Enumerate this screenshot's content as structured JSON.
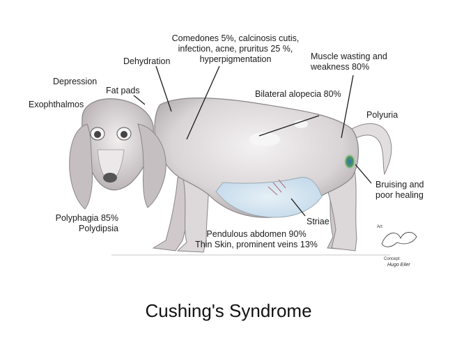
{
  "title": "Cushing's Syndrome",
  "labels": {
    "comedones_l1": "Comedones 5%, calcinosis cutis,",
    "comedones_l2": "infection, acne, pruritus 25 %,",
    "comedones_l3": "hyperpigmentation",
    "dehydration": "Dehydration",
    "depression": "Depression",
    "fat_pads": "Fat pads",
    "exophthalmos": "Exophthalmos",
    "muscle_l1": "Muscle wasting and",
    "muscle_l2": "weakness 80%",
    "bilateral_alopecia": "Bilateral alopecia 80%",
    "polyuria": "Polyuria",
    "bruising_l1": "Bruising and",
    "bruising_l2": "poor healing",
    "polyphagia": "Polyphagia 85%",
    "polydipsia": "Polydipsia",
    "striae": "Striae",
    "pendulous_abdomen": "Pendulous abdomen 90%",
    "thin_skin": "Thin Skin, prominent veins 13%"
  },
  "credits": {
    "art_label": "Art:",
    "concept_label": "Concept:",
    "concept_name": "Hugo Eiler"
  },
  "colors": {
    "ink": "#1a1a1a",
    "sketch": "#8a8486",
    "fur_light": "#e9e6e7",
    "fur_shadow": "#b5aeb1",
    "belly_blue": "#cfe2ef",
    "bruise_blue": "#2f6fb8",
    "bruise_green": "#4f9a55"
  }
}
